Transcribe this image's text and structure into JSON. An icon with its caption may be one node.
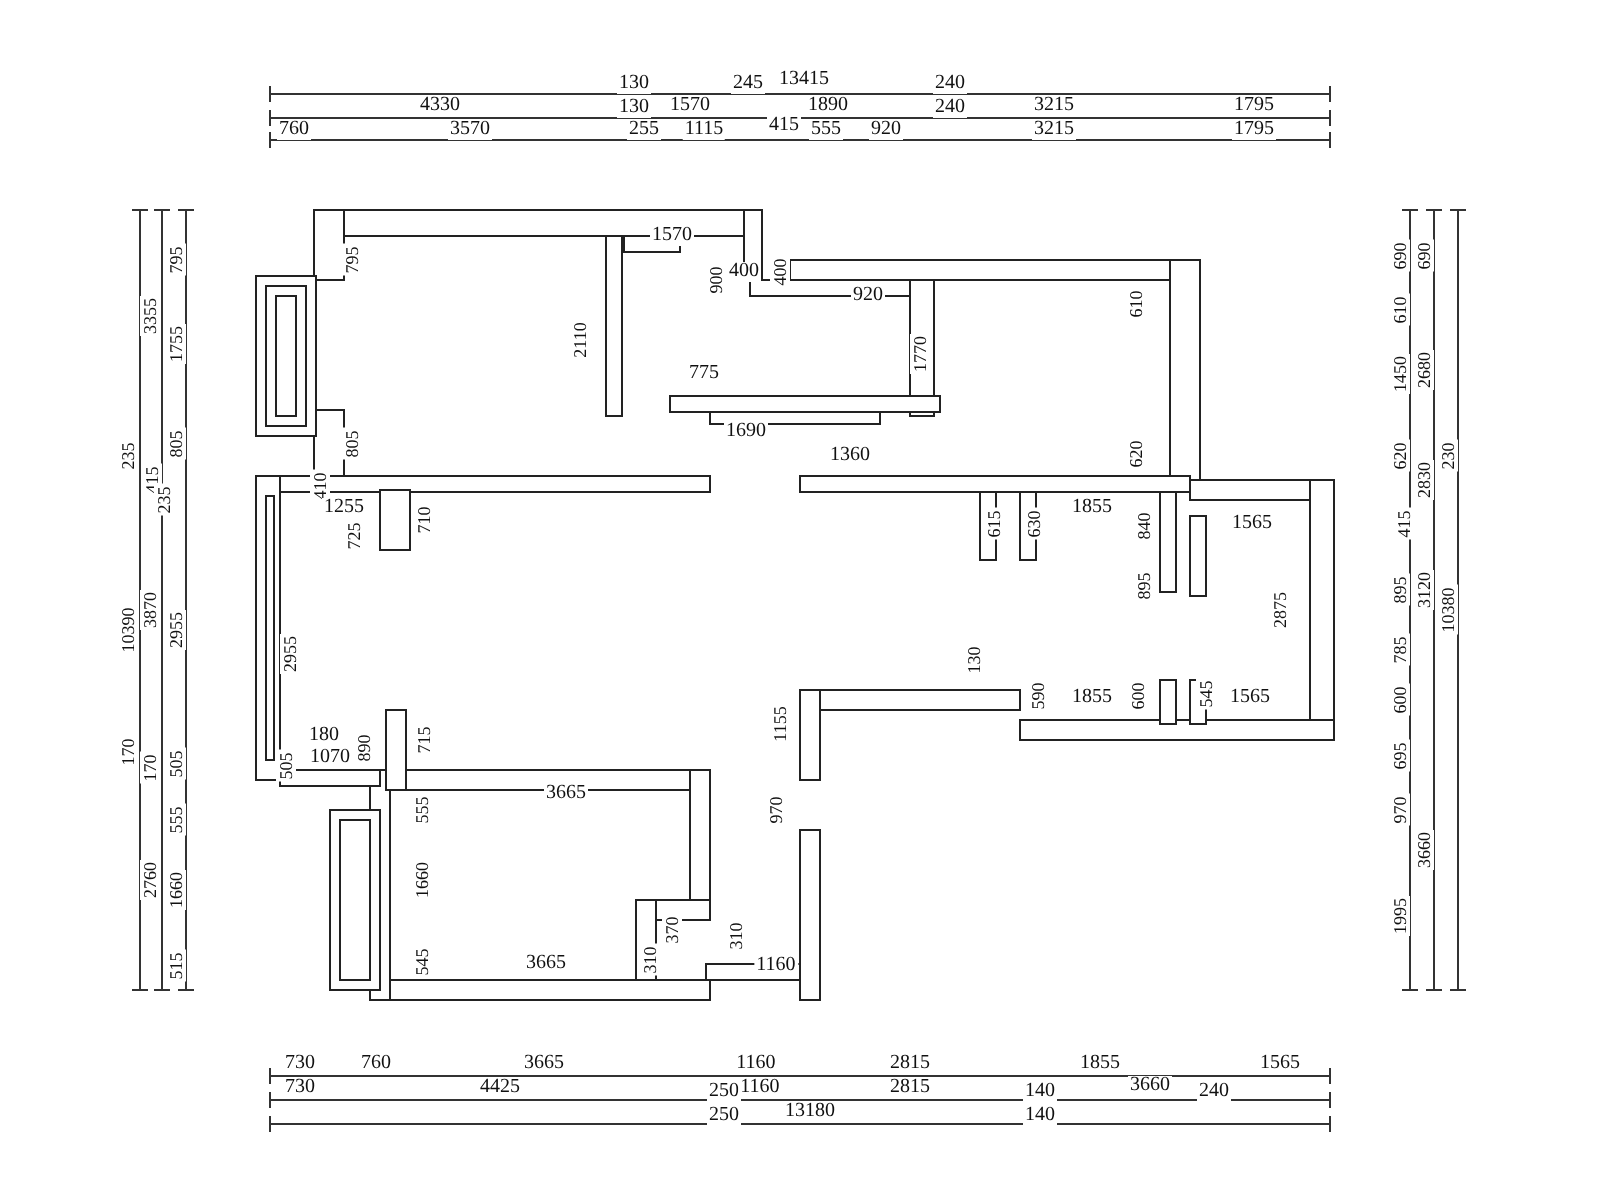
{
  "diagram": {
    "labels": [
      "130",
      "245",
      "13415",
      "240",
      "4330",
      "130",
      "1570",
      "1890",
      "240",
      "3215",
      "1795",
      "760",
      "3570",
      "255",
      "1115",
      "415",
      "555",
      "920",
      "3215",
      "1795",
      "795",
      "3355",
      "1755",
      "235",
      "415",
      "235",
      "805",
      "10390",
      "3870",
      "2955",
      "170",
      "170",
      "505",
      "555",
      "2760",
      "1660",
      "515",
      "1570",
      "795",
      "900",
      "400",
      "400",
      "920",
      "610",
      "2110",
      "1770",
      "775",
      "1690",
      "805",
      "1360",
      "620",
      "410",
      "1255",
      "725",
      "710",
      "615",
      "630",
      "1855",
      "840",
      "1565",
      "895",
      "2875",
      "2955",
      "130",
      "590",
      "1855",
      "600",
      "545",
      "1565",
      "1155",
      "180",
      "890",
      "715",
      "505",
      "1070",
      "3665",
      "555",
      "970",
      "1660",
      "370",
      "310",
      "310",
      "3665",
      "1160",
      "545",
      "690",
      "690",
      "610",
      "1450",
      "2680",
      "620",
      "2830",
      "230",
      "415",
      "895",
      "3120",
      "10380",
      "785",
      "600",
      "695",
      "970",
      "3660",
      "1995",
      "730",
      "760",
      "3665",
      "1160",
      "2815",
      "1855",
      "1565",
      "730",
      "4425",
      "250",
      "1160",
      "2815",
      "140",
      "3660",
      "240",
      "250",
      "13180",
      "140"
    ]
  }
}
